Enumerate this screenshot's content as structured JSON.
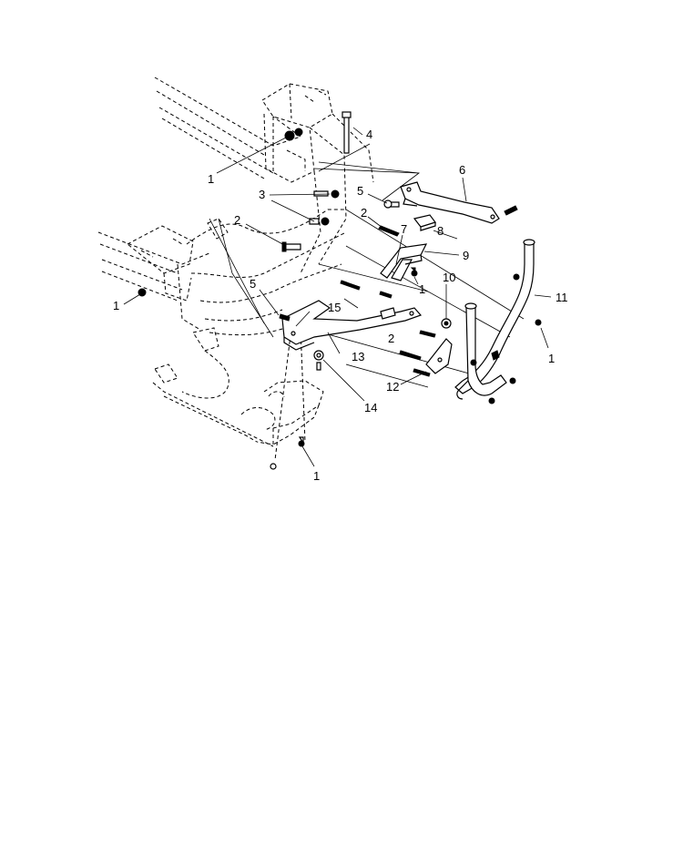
{
  "callouts": {
    "c1a": "1",
    "c1b": "1",
    "c1c": "1",
    "c1d": "1",
    "c1e": "1",
    "c2a": "2",
    "c2b": "2",
    "c2c": "2",
    "c3": "3",
    "c4": "4",
    "c5a": "5",
    "c5b": "5",
    "c6": "6",
    "c7": "7",
    "c8": "8",
    "c9": "9",
    "c10": "10",
    "c11": "11",
    "c12": "12",
    "c13": "13",
    "c14": "14",
    "c15": "15"
  }
}
